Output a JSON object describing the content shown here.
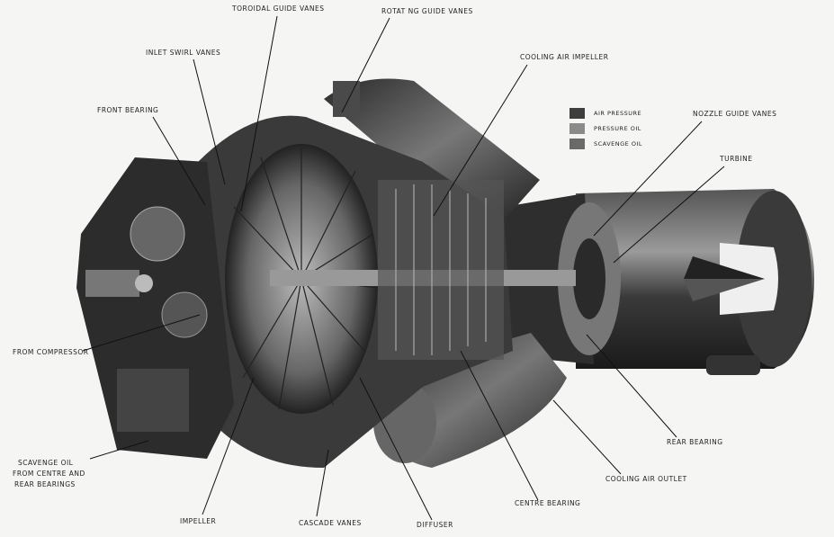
{
  "labels": {
    "toroidal_guide_vanes": "TOROIDAL  GUIDE VANES",
    "rotating_guide_vanes": "ROTAT NG GUIDE VANES",
    "inlet_swirl_vanes": "INLET SWIRL VANES",
    "front_bearing": "FRONT BEARING",
    "cooling_air_impeller": "COOLING AIR IMPELLER",
    "nozzle_guide_vanes": "NOZZLE GUIDE VANES",
    "turbine": "TURBINE",
    "from_compressor": "FROM COMPRESSOR",
    "scavenge_oil_1": "SCAVENGE OIL",
    "scavenge_oil_2": "FROM CENTRE AND",
    "scavenge_oil_3": "REAR BEARINGS",
    "impeller": "IMPELLER",
    "cascade_vanes": "CASCADE VANES",
    "diffuser": "DIFFUSER",
    "centre_bearing": "CENTRE BEARING",
    "cooling_air_outlet": "COOLING AIR OUTLET",
    "rear_bearing": "REAR BEARING"
  },
  "legend": [
    {
      "label": "AIR  PRESSURE",
      "color": "#3e3e3e"
    },
    {
      "label": "PRESSURE  OIL",
      "color": "#8a8a8a"
    },
    {
      "label": "SCAVENGE  OIL",
      "color": "#6a6a6a"
    }
  ]
}
